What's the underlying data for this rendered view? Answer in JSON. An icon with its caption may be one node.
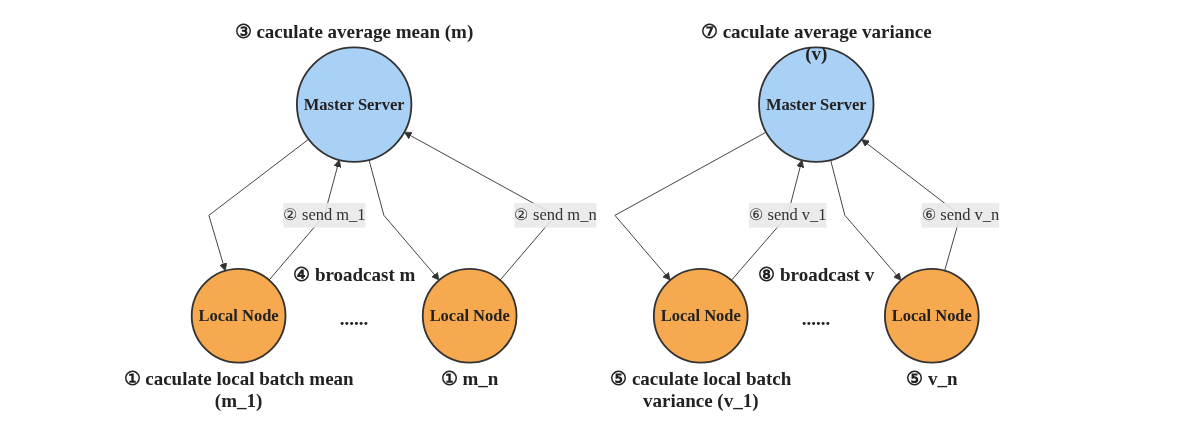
{
  "diagram": {
    "nodes": [
      {
        "text": [
          "Master Server"
        ],
        "beside": [
          "③ caculate average mean (m)"
        ]
      },
      {
        "text": [
          "Local Node"
        ],
        "beside": [
          "① caculate local batch mean (m_1)"
        ]
      },
      {
        "text": [
          "Local Node"
        ],
        "beside": [
          "① m_n"
        ]
      },
      {
        "text": [
          "Master Server"
        ],
        "beside": [
          "⑦ caculate average variance (v)"
        ]
      },
      {
        "text": [
          "Local Node"
        ],
        "beside": [
          "⑤ caculate local batch variance (v_1)"
        ]
      },
      {
        "text": [
          "Local Node"
        ],
        "beside": [
          "⑤ v_n"
        ]
      }
    ],
    "edges": [
      {
        "from": 0,
        "to": 1,
        "arrow": "to"
      },
      {
        "from": 1,
        "to": 0,
        "arrow": "to",
        "label": "② send m_1"
      },
      {
        "from": 0,
        "to": 2,
        "arrow": "to"
      },
      {
        "from": 2,
        "to": 0,
        "arrow": "to",
        "label": "② send m_n"
      },
      {
        "from": 3,
        "to": 4,
        "arrow": "to"
      },
      {
        "from": 4,
        "to": 3,
        "arrow": "to",
        "label": "⑥ send v_1"
      },
      {
        "from": 3,
        "to": 5,
        "arrow": "to"
      },
      {
        "from": 5,
        "to": 3,
        "arrow": "to",
        "label": "⑥ send v_n"
      }
    ],
    "labels": [
      "④ broadcast m",
      "......",
      "⑧ broadcast v",
      "......"
    ]
  }
}
